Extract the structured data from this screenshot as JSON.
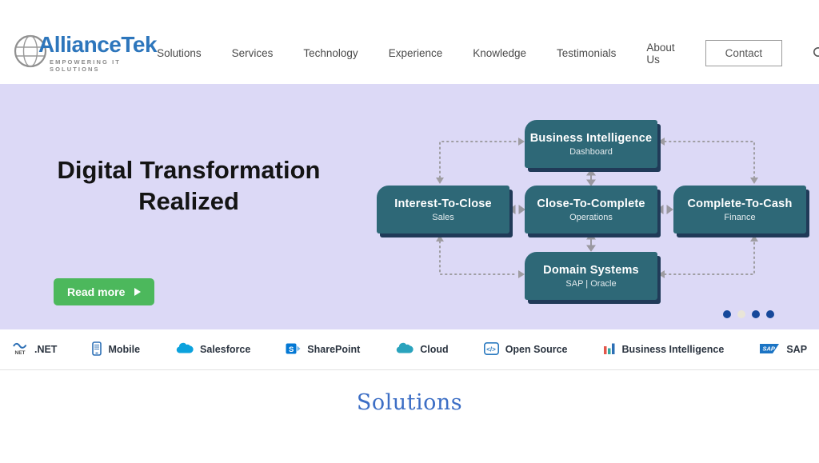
{
  "header": {
    "logo_title": "AllianceTek",
    "logo_tagline": "EMPOWERING IT SOLUTIONS",
    "nav": [
      "Solutions",
      "Services",
      "Technology",
      "Experience",
      "Knowledge",
      "Testimonials",
      "About Us"
    ],
    "contact_label": "Contact"
  },
  "hero": {
    "heading_line1": "Digital Transformation",
    "heading_line2": "Realized",
    "read_more_label": "Read more",
    "colors": {
      "background": "#dcd9f6",
      "box_fill": "#2e6877",
      "box_shadow": "#203a58",
      "button_green": "#4cb85c",
      "dot_navy": "#16489a",
      "dot_active": "#e9e5d8"
    },
    "diagram_boxes": [
      {
        "title": "Business Intelligence",
        "subtitle": "Dashboard"
      },
      {
        "title": "Interest-To-Close",
        "subtitle": "Sales"
      },
      {
        "title": "Close-To-Complete",
        "subtitle": "Operations"
      },
      {
        "title": "Complete-To-Cash",
        "subtitle": "Finance"
      },
      {
        "title": "Domain Systems",
        "subtitle": "SAP | Oracle"
      }
    ],
    "carousel": {
      "dot_count": 4,
      "active_index": 1
    }
  },
  "tech_strip": {
    "items": [
      {
        "label": ".NET",
        "icon": "dotnet-icon"
      },
      {
        "label": "Mobile",
        "icon": "mobile-icon"
      },
      {
        "label": "Salesforce",
        "icon": "salesforce-cloud-icon"
      },
      {
        "label": "SharePoint",
        "icon": "sharepoint-icon"
      },
      {
        "label": "Cloud",
        "icon": "cloud-icon"
      },
      {
        "label": "Open Source",
        "icon": "open-source-code-icon"
      },
      {
        "label": "Business Intelligence",
        "icon": "bar-chart-icon"
      },
      {
        "label": "SAP",
        "icon": "sap-logo-icon"
      }
    ]
  },
  "solutions_section": {
    "title": "Solutions"
  }
}
